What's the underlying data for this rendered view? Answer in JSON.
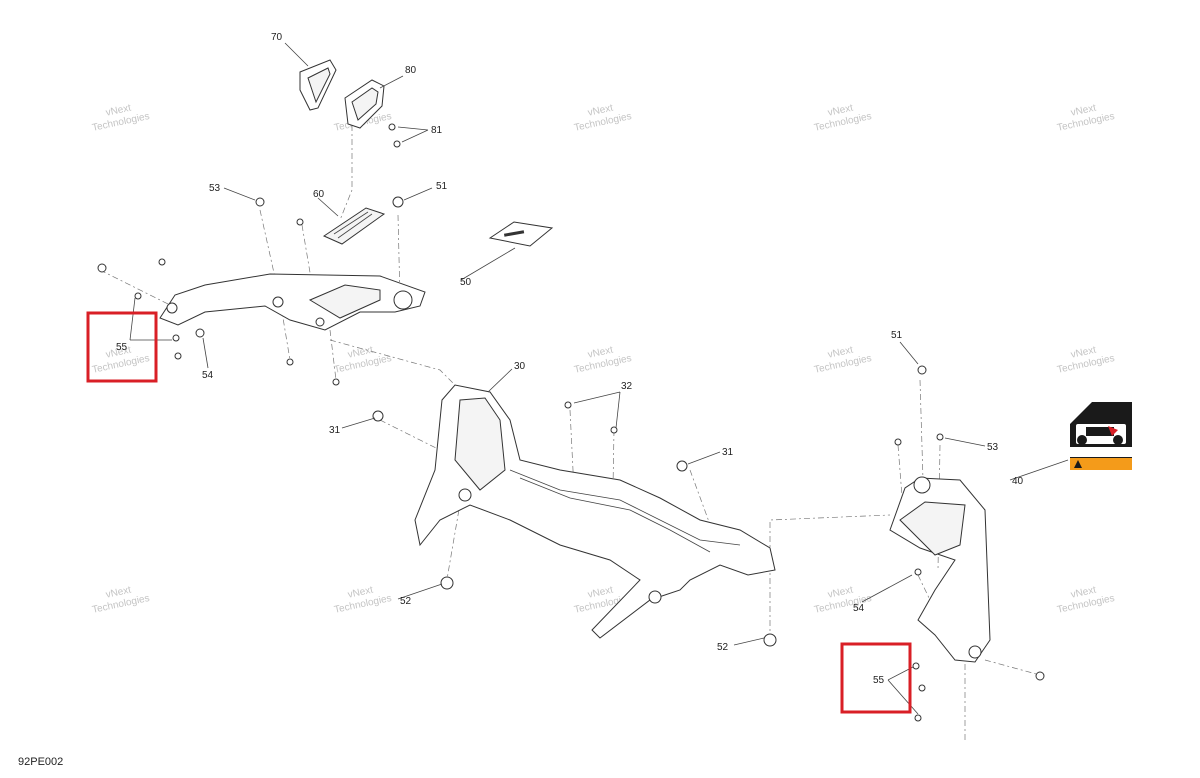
{
  "callouts": [
    {
      "id": "70",
      "label": "70"
    },
    {
      "id": "80",
      "label": "80"
    },
    {
      "id": "81",
      "label": "81"
    },
    {
      "id": "53a",
      "label": "53"
    },
    {
      "id": "60",
      "label": "60"
    },
    {
      "id": "51a",
      "label": "51"
    },
    {
      "id": "50",
      "label": "50"
    },
    {
      "id": "55a",
      "label": "55"
    },
    {
      "id": "54a",
      "label": "54"
    },
    {
      "id": "30",
      "label": "30"
    },
    {
      "id": "32",
      "label": "32"
    },
    {
      "id": "31a",
      "label": "31"
    },
    {
      "id": "31b",
      "label": "31"
    },
    {
      "id": "52a",
      "label": "52"
    },
    {
      "id": "52b",
      "label": "52"
    },
    {
      "id": "51b",
      "label": "51"
    },
    {
      "id": "53b",
      "label": "53"
    },
    {
      "id": "40",
      "label": "40"
    },
    {
      "id": "54b",
      "label": "54"
    },
    {
      "id": "55b",
      "label": "55"
    }
  ],
  "watermark": {
    "line1": "vNext",
    "line2": "Technologies"
  },
  "doc_code": "92PE002",
  "highlight_color": "#d91f26"
}
